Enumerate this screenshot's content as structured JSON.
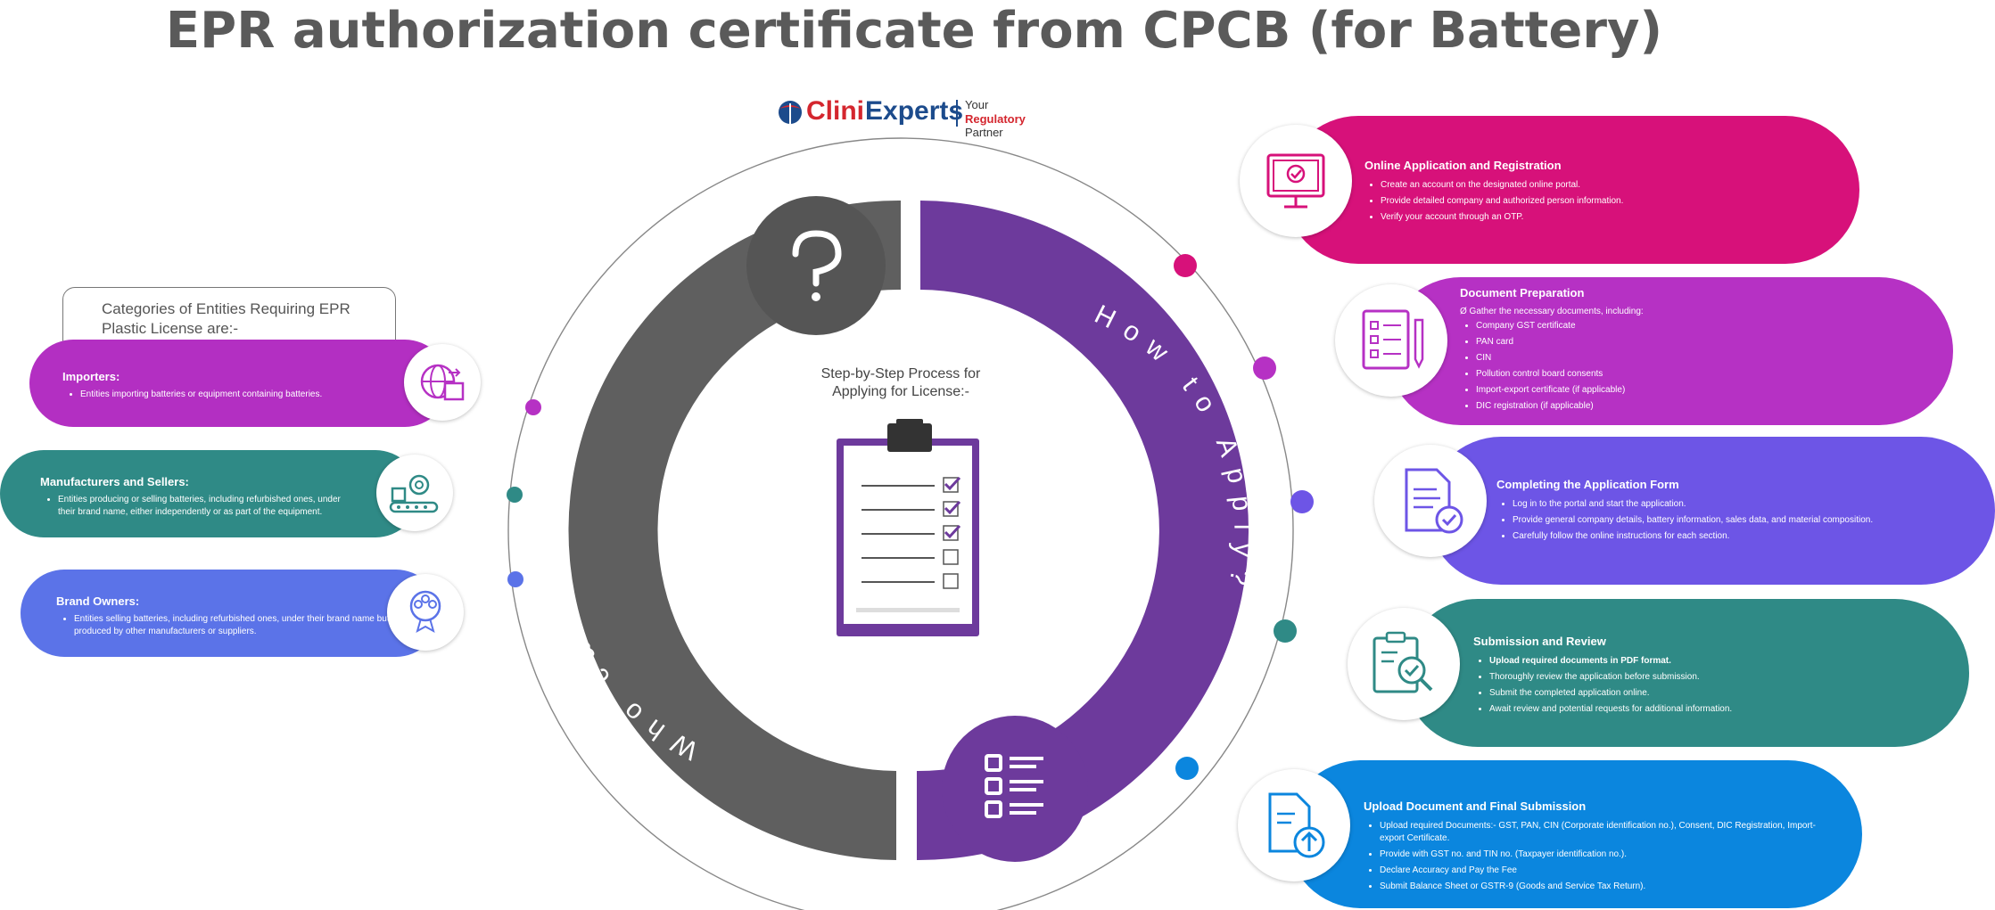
{
  "title": "EPR authorization certificate from CPCB (for Battery)",
  "logo": {
    "brand_part1": "Clini",
    "brand_part2": "Experts",
    "tagline_line1": "Your",
    "tagline_highlight": "Regulatory",
    "tagline_rest": " Partner"
  },
  "ring": {
    "left_arc_text": "Who can Apply?",
    "right_arc_text": "How to Apply?",
    "center_caption": "Step-by-Step Process for Applying for License:-"
  },
  "categories": {
    "title": "Categories of Entities Requiring EPR Plastic License are:-",
    "items": [
      {
        "heading": "Importers:",
        "bullets": [
          "Entities importing batteries or equipment containing batteries."
        ],
        "color": "#b32fc2",
        "icon": "globe-box-icon"
      },
      {
        "heading": "Manufacturers and Sellers:",
        "bullets": [
          "Entities producing or selling batteries, including refurbished ones, under their brand name, either independently or as part of the equipment."
        ],
        "color": "#2f8a86",
        "icon": "gear-conveyor-icon"
      },
      {
        "heading": "Brand Owners:",
        "bullets": [
          "Entities selling batteries, including refurbished ones, under their brand name but produced by other manufacturers or suppliers."
        ],
        "color": "#5b73e8",
        "icon": "users-badge-icon"
      }
    ]
  },
  "steps": [
    {
      "heading": "Online Application and Registration",
      "lead": "",
      "bullets": [
        "Create an account on the designated online portal.",
        "Provide detailed company and authorized person information.",
        "Verify your account through an OTP."
      ],
      "color": "#d7117a",
      "icon": "monitor-check-icon"
    },
    {
      "heading": "Document Preparation",
      "lead": "Ø Gather the necessary documents, including:",
      "bullets": [
        "Company GST certificate",
        "PAN card",
        "CIN",
        "Pollution control board consents",
        "Import-export certificate (if applicable)",
        "DIC registration (if applicable)"
      ],
      "color": "#b631c4",
      "icon": "checklist-pen-icon"
    },
    {
      "heading": "Completing the Application Form",
      "lead": "",
      "bullets": [
        "Log in to the portal and start the application.",
        "Provide general company details, battery information, sales data, and material composition.",
        "Carefully follow the online instructions for each section."
      ],
      "color": "#6d55e6",
      "icon": "document-check-icon"
    },
    {
      "heading": "Submission and Review",
      "lead": "",
      "bullets": [
        "Upload required documents in PDF format.",
        "Thoroughly review the application before submission.",
        "Submit the completed application online.",
        "Await review and potential requests for additional information."
      ],
      "color": "#2f8a86",
      "icon": "clipboard-search-icon"
    },
    {
      "heading": "Upload Document and Final Submission",
      "lead": "",
      "bullets": [
        "Upload required Documents:- GST, PAN, CIN (Corporate identification no.), Consent, DIC Registration, Import-export Certificate.",
        "Provide with GST no. and TIN no. (Taxpayer identification no.).",
        "Declare Accuracy and Pay the Fee",
        "Submit Balance Sheet or GSTR-9 (Goods and Service Tax Return)."
      ],
      "color": "#0b86de",
      "icon": "document-upload-icon"
    }
  ],
  "colors": {
    "grey_arc": "#5f5f5f",
    "purple_arc": "#6d3a9c",
    "dot_pink": "#d7117a",
    "dot_magenta": "#b631c4",
    "dot_violet": "#6d55e6",
    "dot_teal": "#2f8a86",
    "dot_blue": "#0b86de"
  }
}
